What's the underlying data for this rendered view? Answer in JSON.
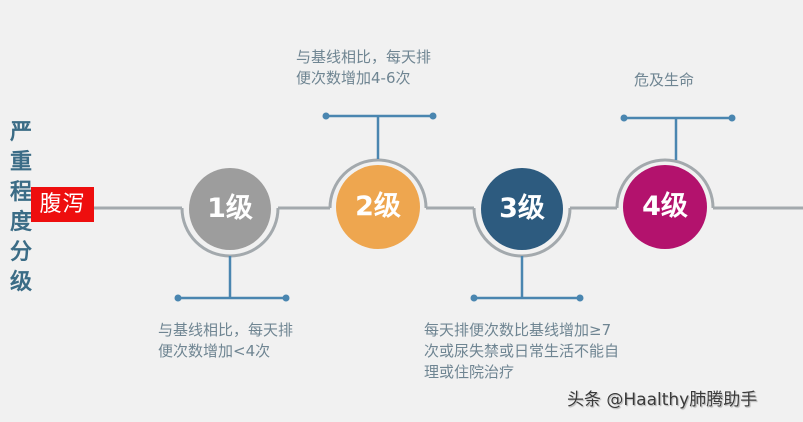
{
  "title_vertical": "严重程度分级",
  "tag_label": "腹泻",
  "colors": {
    "background": "#f1f1f1",
    "title": "#3b6c86",
    "tag_bg": "#ee0e0e",
    "line": "#9aa3a8",
    "connector": "#4a86b0",
    "desc_text": "#6f8592"
  },
  "grades": [
    {
      "label": "1级",
      "color": "#9d9d9d",
      "desc": [
        "与基线相比，每天排",
        "便次数增加<4次"
      ],
      "position": "below"
    },
    {
      "label": "2级",
      "color": "#eea64f",
      "desc": [
        "与基线相比，每天排",
        "便次数增加4-6次"
      ],
      "position": "above"
    },
    {
      "label": "3级",
      "color": "#2d5b7f",
      "desc": [
        "每天排便次数比基线增加≥7",
        "次或尿失禁或日常生活不能自",
        "理或住院治疗"
      ],
      "position": "below"
    },
    {
      "label": "4级",
      "color": "#b3126d",
      "desc": [
        "危及生命"
      ],
      "position": "above"
    }
  ],
  "watermark": "头条 @Haalthy肺腾助手"
}
